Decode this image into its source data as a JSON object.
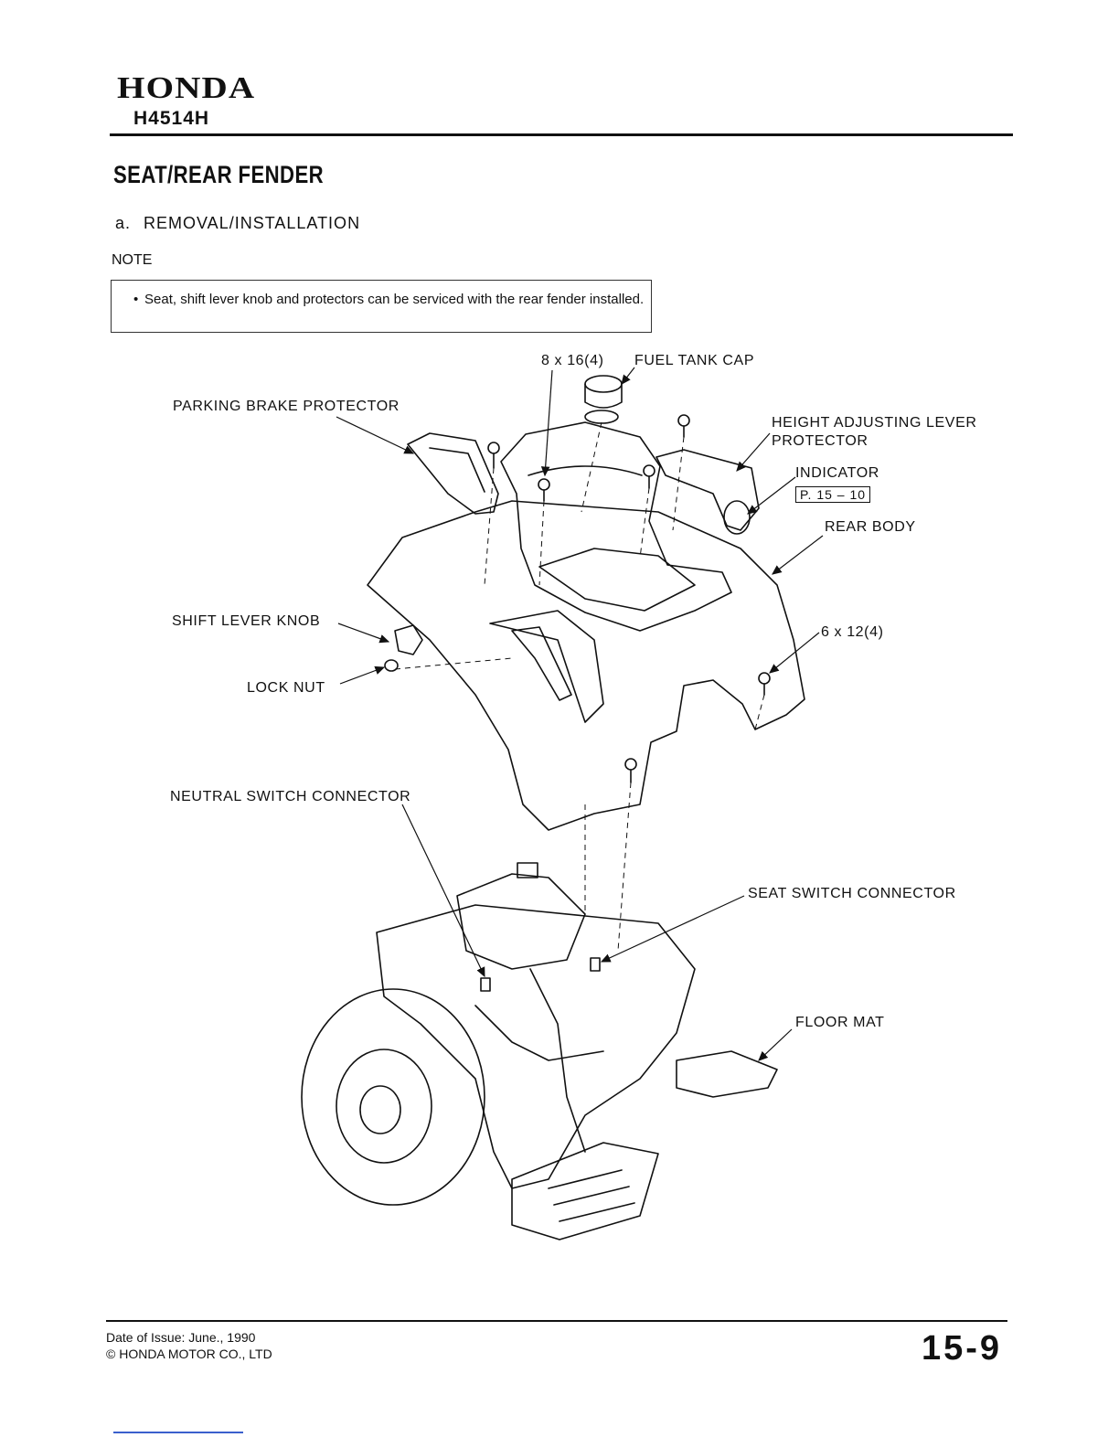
{
  "header": {
    "brand": "HONDA",
    "model": "H4514H"
  },
  "section": {
    "title": "SEAT/REAR FENDER",
    "sub_index": "a.",
    "sub_title": "REMOVAL/INSTALLATION"
  },
  "note": {
    "label": "NOTE",
    "bullet": "•",
    "text": "Seat, shift lever knob and protectors can be serviced with the rear fender installed."
  },
  "callouts": {
    "bolt_8x16": "8 x 16(4)",
    "fuel_tank_cap": "FUEL TANK CAP",
    "parking_brake_protector": "PARKING BRAKE PROTECTOR",
    "height_adjusting_lever": "HEIGHT ADJUSTING LEVER",
    "protector": "PROTECTOR",
    "indicator": "INDICATOR",
    "indicator_ref": "P. 15 – 10",
    "rear_body": "REAR BODY",
    "shift_lever_knob": "SHIFT LEVER KNOB",
    "bolt_6x12": "6 x 12(4)",
    "lock_nut": "LOCK NUT",
    "neutral_switch_connector": "NEUTRAL SWITCH CONNECTOR",
    "seat_switch_connector": "SEAT SWITCH CONNECTOR",
    "floor_mat": "FLOOR MAT"
  },
  "footer": {
    "issue_date": "Date of Issue: June., 1990",
    "copyright": "© HONDA MOTOR CO., LTD",
    "page_number": "15-9"
  }
}
